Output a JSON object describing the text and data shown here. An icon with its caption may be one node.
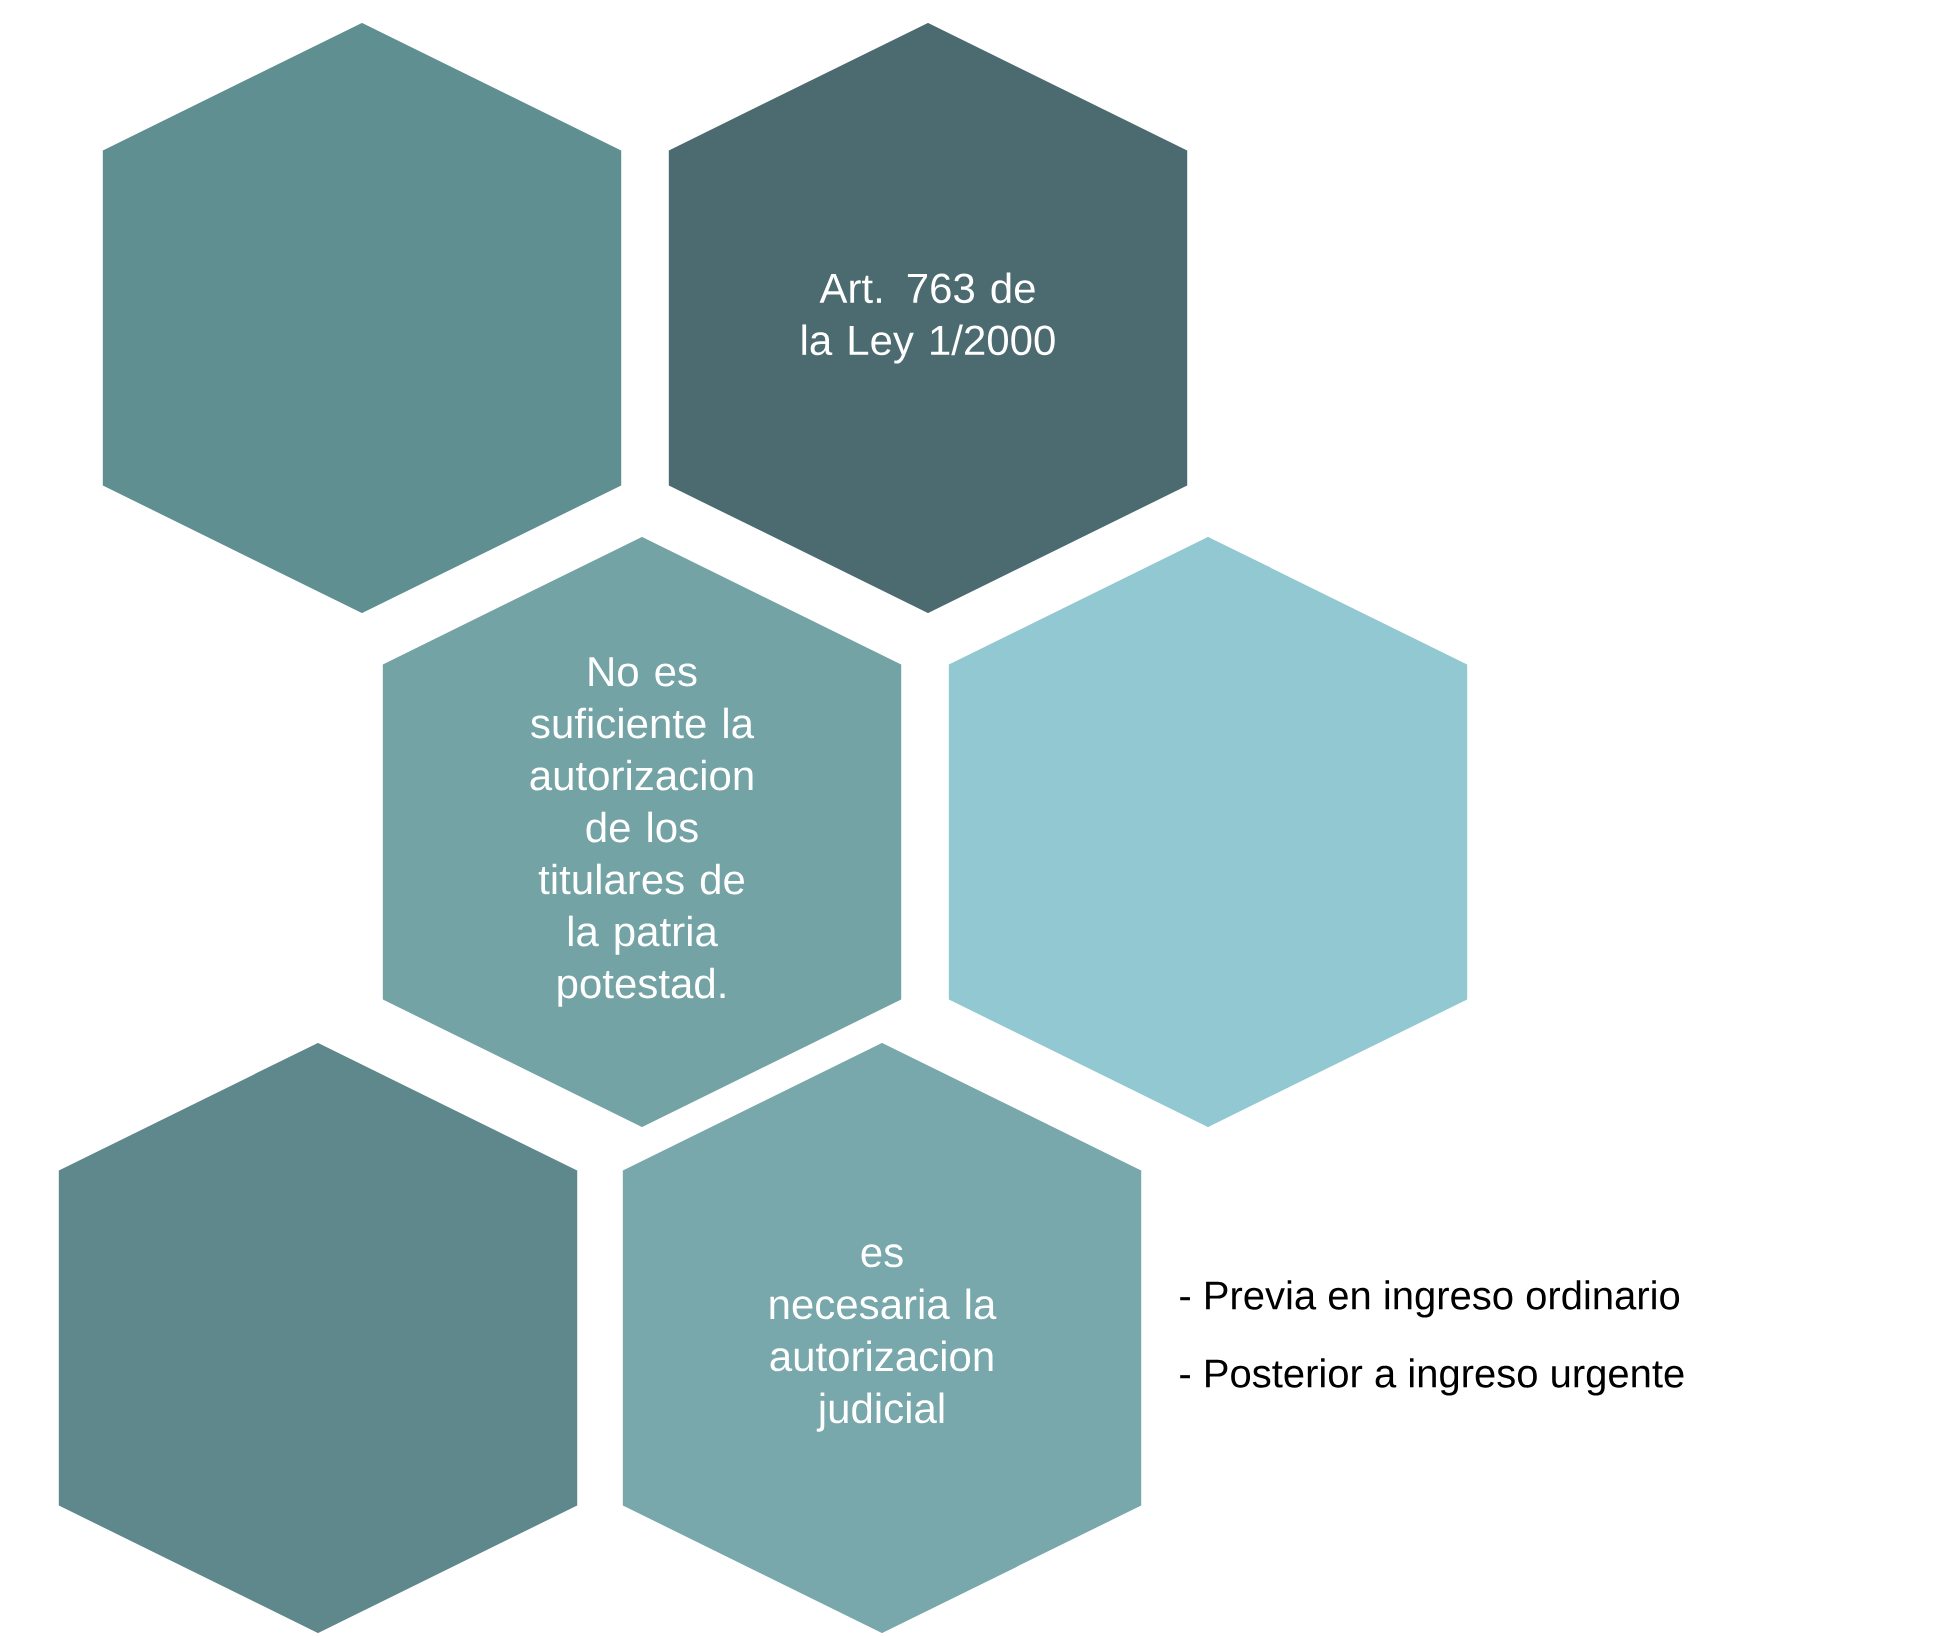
{
  "diagram": {
    "nodes": [
      {
        "text": [],
        "shape": "hexagon"
      },
      {
        "text": [
          "Art. 763 de la Ley 1/2000"
        ]
      },
      {
        "text": [
          "No es suficiente la autorizacion de los titulares de la patria potestad."
        ]
      },
      {
        "text": [],
        "shape": "hexagon"
      },
      {
        "text": [],
        "shape": "hexagon"
      },
      {
        "text": [
          "es necesaria la autorizacion judicial"
        ],
        "beside": [
          "- Previa en ingreso ordinario",
          "- Posterior a ingreso urgente"
        ]
      }
    ]
  }
}
